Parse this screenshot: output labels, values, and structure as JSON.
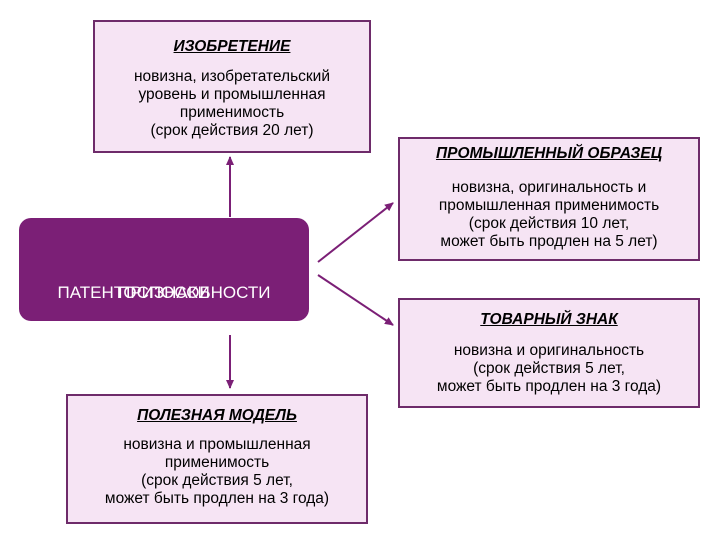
{
  "center": {
    "lines": [
      "ПРИЗНАКИ",
      "ПАТЕНТОСПОСОБНОСТИ"
    ]
  },
  "invention": {
    "title": "ИЗОБРЕТЕНИЕ",
    "lines": [
      "новизна, изобретательский",
      "уровень и промышленная",
      "применимость",
      "(срок действия 20 лет)"
    ]
  },
  "industrial_design": {
    "title": "ПРОМЫШЛЕННЫЙ ОБРАЗЕЦ",
    "lines": [
      "новизна, оригинальность и",
      "промышленная применимость",
      "(срок действия 10 лет,",
      "может быть продлен на 5 лет)"
    ]
  },
  "trademark": {
    "title": "ТОВАРНЫЙ ЗНАК",
    "lines": [
      "новизна и оригинальность",
      "(срок действия 5 лет,",
      "может быть продлен на 3 года)"
    ]
  },
  "utility_model": {
    "title": "ПОЛЕЗНАЯ МОДЕЛЬ",
    "lines": [
      "новизна и промышленная",
      "применимость",
      "(срок действия 5 лет,",
      "может быть продлен на 3 года)"
    ]
  },
  "colors": {
    "center_fill": "#7b1f76",
    "box_fill": "#f6e4f4",
    "border": "#6e2b6a",
    "arrow": "#7b1f76"
  }
}
